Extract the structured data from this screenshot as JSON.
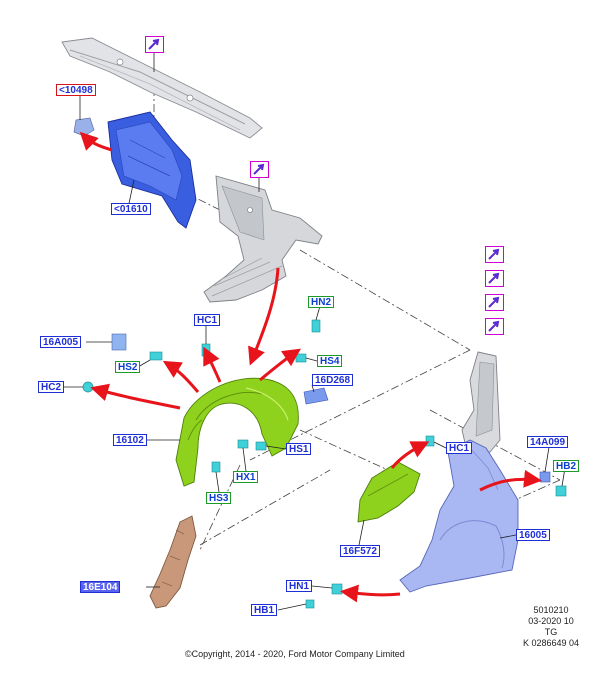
{
  "labels": {
    "l10498": "<10498",
    "l01610": "<01610",
    "l16A005": "16A005",
    "lHS2": "HS2",
    "lHC1a": "HC1",
    "lHN2": "HN2",
    "lHS4": "HS4",
    "lHC2": "HC2",
    "l16D268": "16D268",
    "l16102": "16102",
    "lHS1": "HS1",
    "lHX1": "HX1",
    "lHS3": "HS3",
    "lHC1b": "HC1",
    "l14A099": "14A099",
    "lHB2": "HB2",
    "l16005": "16005",
    "l16F572": "16F572",
    "l16E104": "16E104",
    "lHN1": "HN1",
    "lHB1": "HB1"
  },
  "stamp": {
    "line1": "5010210",
    "line2": "03-2020 10",
    "line3": "TG",
    "line4": "K 0286649 04"
  },
  "copyright": "©Copyright, 2014 - 2020, Ford Motor Company Limited",
  "colors": {
    "label_blue": "#1f2fd6",
    "label_green": "#1e9a2b",
    "label_red": "#d6141a",
    "callout_magenta": "#d300d3",
    "arrow_red": "#e8141c",
    "liner_green": "#8fd21e",
    "fender_blue": "#a9b8f2",
    "panel_blue": "#3a5ee0",
    "brace_tan": "#c9987a",
    "panel_gray": "#d5d7da",
    "clip_cyan": "#3fd0d8"
  }
}
